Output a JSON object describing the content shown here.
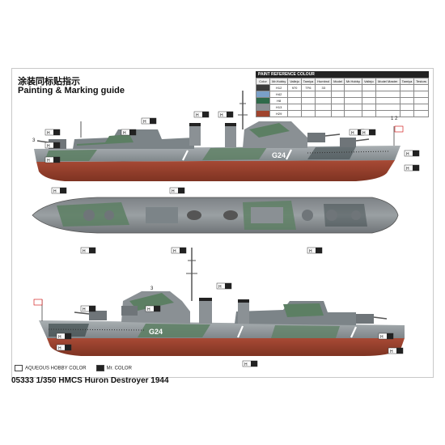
{
  "guide": {
    "title_cn": "涂装同标贴指示",
    "title_en": "Painting & Marking guide",
    "product_title": "05333 1/350  HMCS Huron Destroyer 1944",
    "legend_aqueous": "AQUEOUS HOBBY COLOR",
    "legend_mr": "Mr. COLOR"
  },
  "paint_table": {
    "title": "PAINT REFERENCE COLOUR",
    "headers": [
      "Color",
      "Mr.Hobby",
      "Vallejo",
      "Tamiya",
      "Humbrol",
      "Model",
      "Mr.Hobby",
      "Vallejo",
      "Model Master",
      "Tamiya",
      "Testors"
    ],
    "rows": [
      {
        "swatch": "#3a3a3a",
        "cells": [
          "H12",
          "970",
          "TF6",
          "33",
          "",
          "",
          "",
          "",
          "",
          "",
          ""
        ]
      },
      {
        "swatch": "#7aa0c8",
        "cells": [
          "H42",
          "",
          "",
          "",
          "",
          "",
          "",
          "",
          "",
          "",
          ""
        ]
      },
      {
        "swatch": "#2f6a4a",
        "cells": [
          "H8",
          "",
          "",
          "",
          "",
          "",
          "",
          "",
          "",
          "",
          ""
        ]
      },
      {
        "swatch": "#8a8f93",
        "cells": [
          "H13",
          "",
          "",
          "",
          "",
          "",
          "",
          "",
          "",
          "",
          ""
        ]
      },
      {
        "swatch": "#a0442e",
        "cells": [
          "H29",
          "",
          "",
          "",
          "",
          "",
          "",
          "",
          "",
          "",
          ""
        ]
      }
    ]
  },
  "ship_top": {
    "hull_number": "G24",
    "number_label": "3",
    "label_lead": "1",
    "label_flag": "2"
  },
  "ship_bottom": {
    "hull_number": "G24",
    "number_label": "3"
  },
  "callouts": [
    "H",
    "H",
    "H",
    "H",
    "H",
    "H",
    "H",
    "H",
    "H",
    "H",
    "H",
    "H",
    "H",
    "H",
    "H",
    "H",
    "H",
    "H",
    "H",
    "H",
    "H",
    "H",
    "H",
    "H"
  ],
  "colors": {
    "hull_grey": "#8d9498",
    "hull_light": "#b9bec0",
    "camo_green": "#5c7f63",
    "camo_dark": "#3d4a4c",
    "bottom_red": "#9b3f2c",
    "deck": "#6f7478",
    "frame_border": "#c8c8c8"
  }
}
